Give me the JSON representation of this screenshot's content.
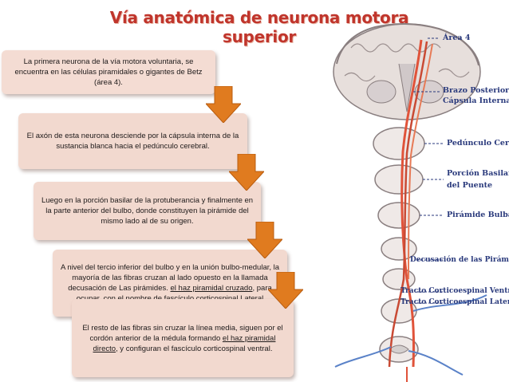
{
  "title": "Vía anatómica de neurona motora superior",
  "boxes": {
    "b1": "La primera neurona de la vía motora voluntaria, se encuentra en las células piramidales o gigantes de Betz  (área 4).",
    "b2": "El axón de esta neurona desciende por la cápsula interna de la sustancia blanca hacia el pedúnculo cerebral.",
    "b3": "Luego en la porción basilar de la protuberancia y finalmente en la parte anterior del bulbo, donde constituyen la pirámide del mismo lado al de su origen.",
    "b4_pre": "A nivel del tercio inferior del bulbo y en la unión bulbo-medular, la mayoría de las fibras cruzan al lado opuesto en la llamada decusación de Las pirámides. ",
    "b4_u": "el haz  piramidal cruzado",
    "b4_post": ", para ocupar, con el nombre de fascículo corticospinal Lateral",
    "b5_pre": "El resto de las fibras sin cruzar la línea media, siguen por el cordón anterior de la médula formando ",
    "b5_u": "el haz  piramidal directo",
    "b5_post": ", y configuran el fascículo corticospinal ventral."
  },
  "labels": {
    "area4": "Área 4",
    "brazo1": "Brazo Posterior",
    "brazo2": "Cápsula Interna",
    "peduculo": "Pedúnculo Cerebral",
    "basilar1": "Porción Basilar",
    "basilar2": "del Puente",
    "piramide": "Pirámide Bulbar",
    "decusacion": "Decusación de las Pirámides",
    "ventral": "Tracto Corticoespinal Ventral",
    "lateral": "Tracto Corticoespinal Lateral"
  },
  "colors": {
    "title": "#c0352c",
    "box_fill": "#f2d9cf",
    "arrow": "#e07b1f",
    "label_text": "#2a3a7c",
    "tract": "#e0533a"
  },
  "icons": [
    "down-arrow-icon"
  ]
}
